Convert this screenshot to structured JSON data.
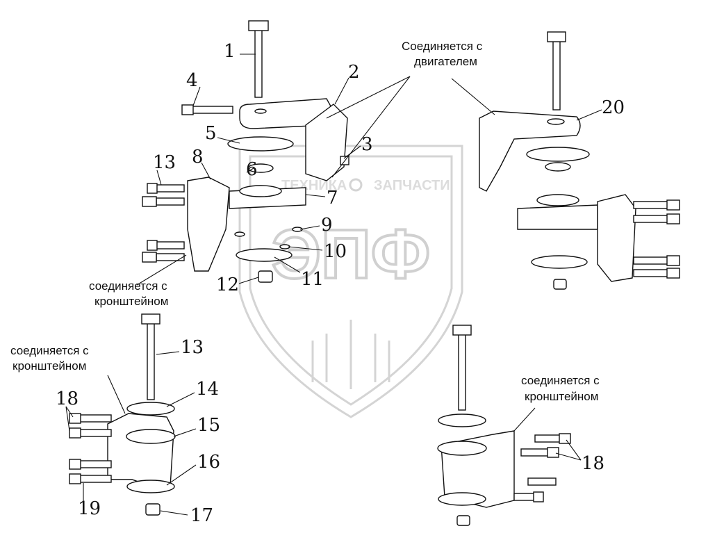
{
  "watermark": {
    "left_text": "ТЕХНИКА",
    "right_text": "ЗАПЧАСТИ",
    "big_letters": "ЭПФ"
  },
  "labels": {
    "connects_engine_1": "Соединяется с",
    "connects_engine_2": "двигателем",
    "bracket_top_1": "соединяется с",
    "bracket_top_2": "кронштейном",
    "bracket_left_1": "соединяется с",
    "bracket_left_2": "кронштейном",
    "bracket_right_1": "соединяется с",
    "bracket_right_2": "кронштейном"
  },
  "part_numbers": {
    "p1": "1",
    "p2": "2",
    "p3": "3",
    "p4": "4",
    "p5": "5",
    "p6": "6",
    "p7": "7",
    "p8": "8",
    "p9": "9",
    "p10": "10",
    "p11": "11",
    "p12": "12",
    "p13a": "13",
    "p13b": "13",
    "p14": "14",
    "p15": "15",
    "p16": "16",
    "p17": "17",
    "p18a": "18",
    "p18b": "18",
    "p19": "19",
    "p20": "20"
  }
}
